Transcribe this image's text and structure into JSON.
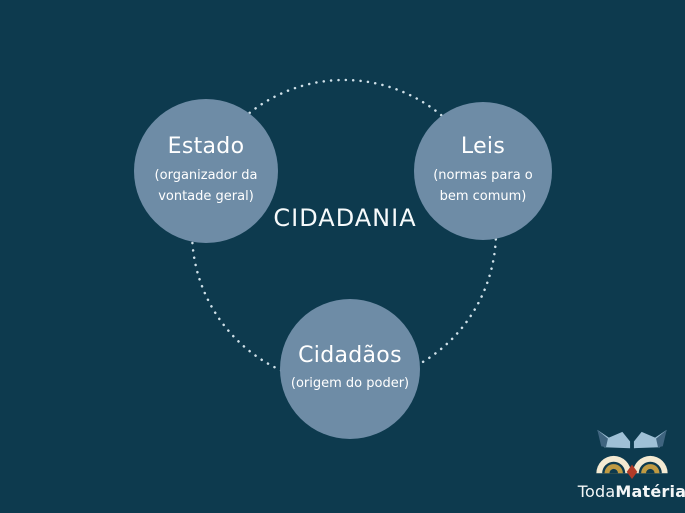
{
  "canvas": {
    "background_color": "#0d3a4e"
  },
  "diagram": {
    "center_label": "CIDADANIA",
    "node_color": "#6e8ca6",
    "node_text_color": "#ffffff",
    "dot_ring_color": "#cfe0e8",
    "nodes": [
      {
        "id": "estado",
        "title": "Estado",
        "subtitle": "(organizador da vontade geral)"
      },
      {
        "id": "leis",
        "title": "Leis",
        "subtitle": "(normas para o bem comum)"
      },
      {
        "id": "cidadaos",
        "title": "Cidadãos",
        "subtitle": "(origem do poder)"
      }
    ]
  },
  "logo": {
    "brand_regular": "Toda",
    "brand_bold": "Matéria",
    "owl_colors": {
      "brow_light": "#9fc0d6",
      "brow_dark": "#3f647f",
      "eye_cream": "#f4ead2",
      "eye_gold": "#bf9a42",
      "beak_red": "#b03b28",
      "face_navy": "#0d3a4e"
    }
  }
}
